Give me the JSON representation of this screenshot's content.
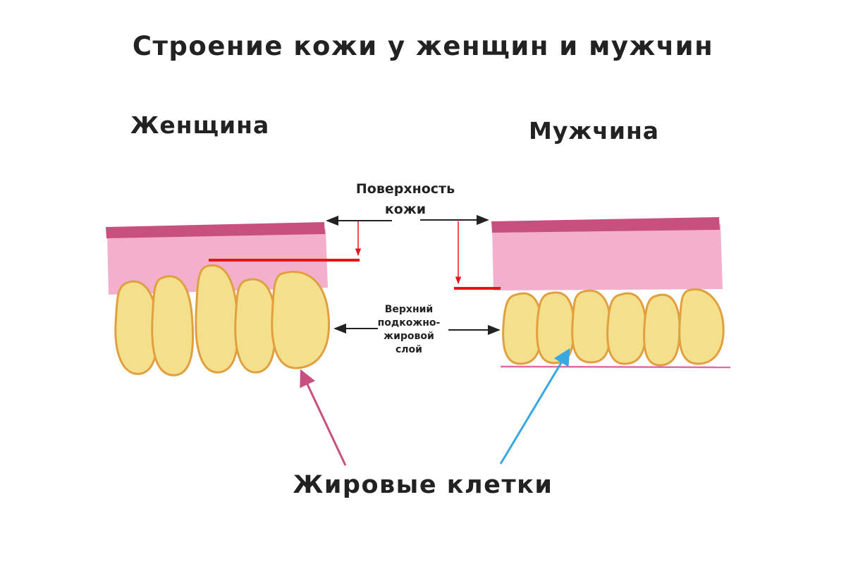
{
  "title": "Строение кожи у женщин и мужчин",
  "labels": {
    "female": "Женщина",
    "male": "Мужчина",
    "surface_line1": "Поверхность",
    "surface_line2": "кожи",
    "subcut_line1": "Верхний",
    "subcut_line2": "подкожно-",
    "subcut_line3": "жировой",
    "subcut_line4": "слой",
    "fat_cells": "Жировые клетки"
  },
  "colors": {
    "epidermis": "#c8507e",
    "dermis": "#f2b0cd",
    "fat_fill": "#f4e08c",
    "fat_outline": "#e0a040",
    "red_marker": "#e8141a",
    "female_arrow": "#c8507e",
    "male_arrow": "#3aa8e0",
    "male_base_line": "#e06aa8",
    "text": "#222222"
  }
}
